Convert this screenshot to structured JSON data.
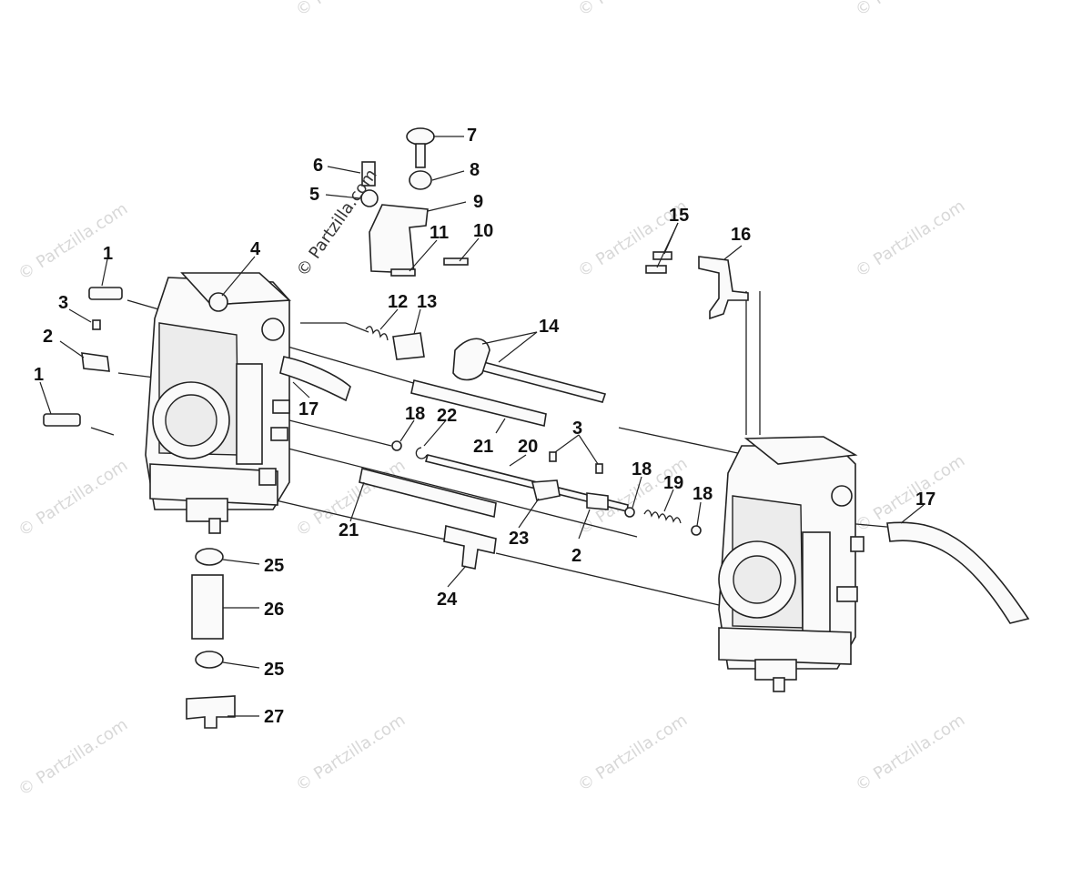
{
  "watermark": "© Partzilla.com",
  "callouts": [
    "1",
    "1",
    "2",
    "2",
    "3",
    "3",
    "4",
    "5",
    "6",
    "7",
    "8",
    "9",
    "10",
    "11",
    "12",
    "13",
    "14",
    "15",
    "16",
    "17",
    "17",
    "18",
    "18",
    "18",
    "19",
    "20",
    "21",
    "21",
    "22",
    "23",
    "24",
    "25",
    "25",
    "26",
    "27"
  ]
}
